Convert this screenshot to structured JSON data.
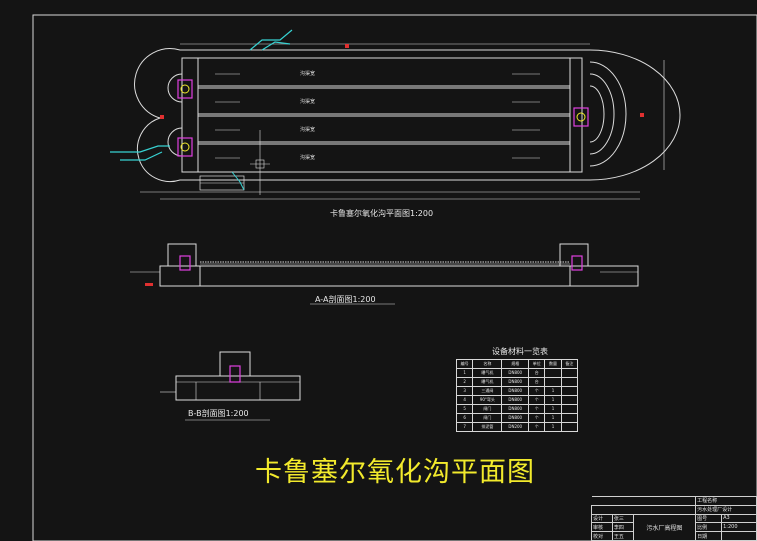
{
  "drawing": {
    "main_title": "卡鲁塞尔氧化沟平面图",
    "captions": {
      "plan": "卡鲁塞尔氧化沟平面图1:200",
      "section_a": "A-A剖面图1:200",
      "section_b": "B-B剖面图1:200"
    },
    "channel_labels": [
      "沟渠宽",
      "沟渠宽",
      "沟渠宽",
      "沟渠宽"
    ]
  },
  "materials": {
    "title": "设备材料一览表",
    "headers": [
      "编号",
      "名称",
      "规格",
      "单位",
      "数量",
      "备注"
    ],
    "rows": [
      [
        "1",
        "曝气机",
        "DN800",
        "台",
        "",
        ""
      ],
      [
        "2",
        "曝气机",
        "DN800",
        "台",
        "",
        ""
      ],
      [
        "3",
        "三通阀",
        "DN800",
        "个",
        "1",
        ""
      ],
      [
        "4",
        "90°弯头",
        "DN800",
        "个",
        "1",
        ""
      ],
      [
        "5",
        "闸门",
        "DN800",
        "个",
        "1",
        ""
      ],
      [
        "6",
        "闸门",
        "DN800",
        "个",
        "1",
        ""
      ],
      [
        "7",
        "排泥管",
        "DN200",
        "个",
        "1",
        ""
      ]
    ]
  },
  "titleblock": {
    "company": "工程名称",
    "project": "污水处理厂设计",
    "drawing_name": "污水厂高程图",
    "roles": [
      "设计",
      "审核",
      "校对"
    ],
    "role_values": [
      "张三",
      "李四",
      "王五"
    ],
    "fields": [
      "图号",
      "比例",
      "日期"
    ],
    "field_values": [
      "A3",
      "1:200",
      ""
    ]
  },
  "colors": {
    "background": "#141414",
    "title": "#f2ea2c",
    "lines": "#dcdcdc",
    "cyan": "#37d2d2",
    "magenta": "#e040e0",
    "red": "#e03030"
  }
}
